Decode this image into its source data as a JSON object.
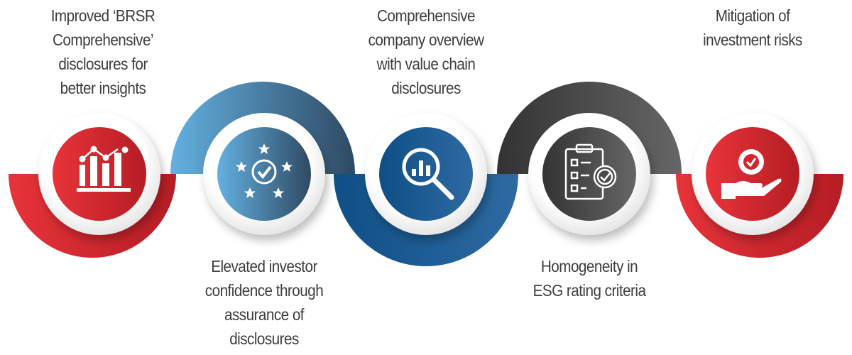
{
  "steps": [
    {
      "position": "top",
      "lines": [
        "Improved ‘BRSR",
        "Comprehensive’",
        "disclosures for",
        "better insights"
      ],
      "icon": "bar-chart-trend-icon",
      "color": "#d7232b"
    },
    {
      "position": "bottom",
      "lines": [
        "Elevated investor",
        "confidence through",
        "assurance of",
        "disclosures"
      ],
      "icon": "stars-check-icon",
      "color": "#4f86b3"
    },
    {
      "position": "top",
      "lines": [
        "Comprehensive",
        "company overview",
        "with value chain",
        "disclosures"
      ],
      "icon": "magnifier-chart-icon",
      "color": "#1f5a92"
    },
    {
      "position": "bottom",
      "lines": [
        "Homogeneity in",
        "ESG rating criteria"
      ],
      "icon": "clipboard-check-icon",
      "color": "#4a4a4a"
    },
    {
      "position": "top",
      "lines": [
        "Mitigation of",
        "investment risks"
      ],
      "icon": "hand-badge-icon",
      "color": "#d7232b"
    }
  ]
}
